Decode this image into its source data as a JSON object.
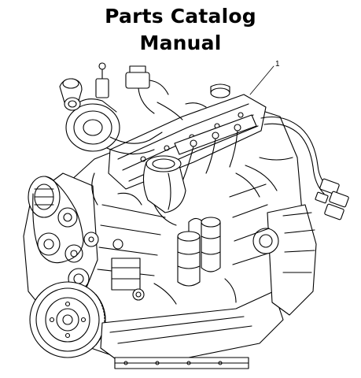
{
  "document": {
    "title_line_1": "Parts Catalog",
    "title_line_2": "Manual",
    "callout_number": "1"
  },
  "figure": {
    "icon": "engine-drawing",
    "line_color": "#000000",
    "fill_color": "#ffffff"
  }
}
